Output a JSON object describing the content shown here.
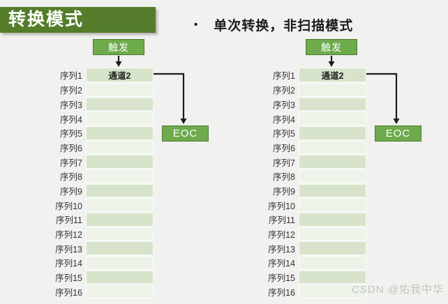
{
  "title": "转换模式",
  "bullet": {
    "marker": "•",
    "text": "单次转换，非扫描模式"
  },
  "diagram": {
    "trigger_label": "触发",
    "channel_label": "通道2",
    "eoc_label": "EOC",
    "rows": [
      "序列1",
      "序列2",
      "序列3",
      "序列4",
      "序列5",
      "序列6",
      "序列7",
      "序列8",
      "序列9",
      "序列10",
      "序列11",
      "序列12",
      "序列13",
      "序列14",
      "序列15",
      "序列16"
    ]
  },
  "watermark": "CSDN @佑我中华",
  "colors": {
    "bg": "#f1f1ef",
    "title_green": "#547c2b",
    "box_green": "#6dab4c",
    "box_border": "#4e7b2f",
    "row_dark": "#d7e4cb",
    "row_light": "#edf3e8",
    "arrow": "#1b1b1b"
  }
}
